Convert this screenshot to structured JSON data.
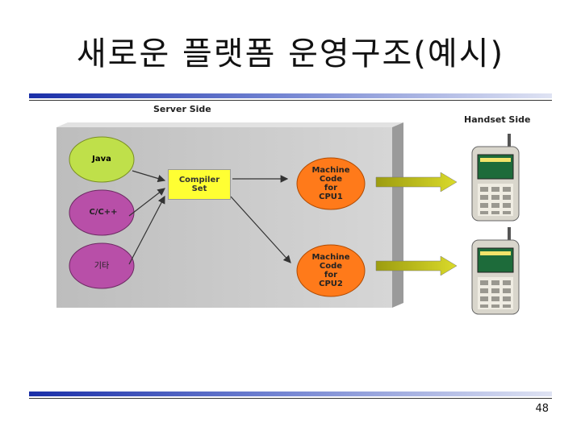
{
  "slide": {
    "title": "새로운 플랫폼 운영구조(예시)",
    "page_number": "48"
  },
  "diagram": {
    "server_label": "Server Side",
    "handset_label": "Handset Side",
    "languages": [
      {
        "label": "Java",
        "color": "#bfe04a"
      },
      {
        "label": "C/C++",
        "color": "#b84fa8"
      },
      {
        "label": "기타",
        "color": "#b84fa8"
      }
    ],
    "compiler": {
      "line1": "Compiler",
      "line2": "Set",
      "color": "#ffff33"
    },
    "machine_codes": [
      {
        "l1": "Machine",
        "l2": "Code",
        "l3": "for",
        "l4": "CPU1",
        "color": "#ff7a1a"
      },
      {
        "l1": "Machine",
        "l2": "Code",
        "l3": "for",
        "l4": "CPU2",
        "color": "#ff7a1a"
      }
    ],
    "arrow_color": "#c9c918",
    "panel_color": "#c9c9c9"
  }
}
